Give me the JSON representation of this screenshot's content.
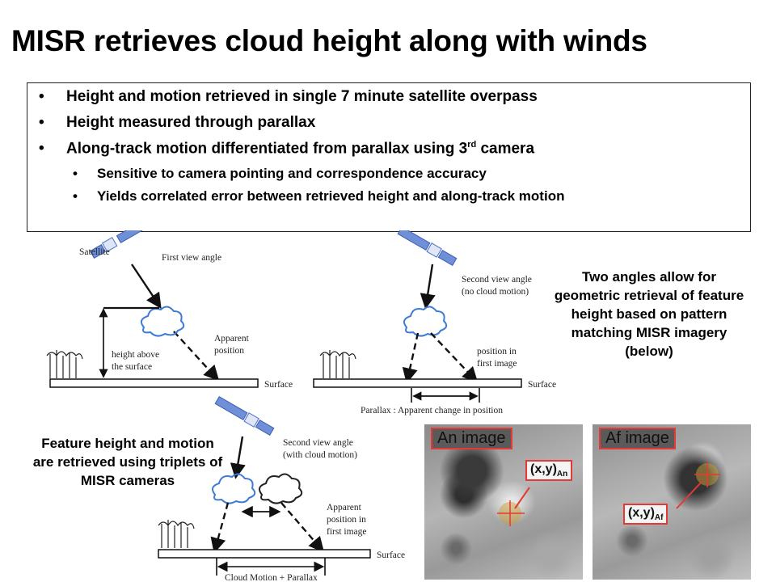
{
  "title": "MISR retrieves cloud height along with winds",
  "bullets": {
    "b1": "Height and motion retrieved in single 7 minute satellite overpass",
    "b2": "Height measured through parallax",
    "b3_main": "Along-track motion differentiated from parallax using 3",
    "b3_sup": "rd",
    "b3_end": " camera",
    "sub1": "Sensitive to camera pointing and correspondence accuracy",
    "sub2": "Yields correlated error between retrieved height and along-track motion"
  },
  "captions": {
    "right": "Two angles allow for geometric retrieval of feature height based on pattern matching MISR imagery (below)",
    "left": "Feature height and motion are retrieved using triplets of MISR cameras"
  },
  "diagram": {
    "satellite": "Satellite",
    "first_view": "First view angle",
    "apparent_position": "Apparent",
    "apparent_position2": "position",
    "height_above": "height above",
    "height_above2": "the surface",
    "surface": "Surface",
    "second_view": "Second view angle",
    "no_cloud_motion": "(no cloud motion)",
    "position_in": "position in",
    "first_image": "first image",
    "parallax": "Parallax : Apparent change in position",
    "second_view2": "Second view angle",
    "with_cloud_motion": "(with cloud motion)",
    "apparent3": "Apparent",
    "position3": "position in",
    "first_image3": "first image",
    "cloud_motion_parallax": "Cloud Motion + Parallax"
  },
  "images": {
    "an_label": "An image",
    "af_label": "Af image",
    "an_coord": "(x,y)",
    "an_sub": "An",
    "af_coord": "(x,y)",
    "af_sub": "Af"
  },
  "colors": {
    "accent_red": "#e53935",
    "satellite_blue": "#4a73c8"
  }
}
